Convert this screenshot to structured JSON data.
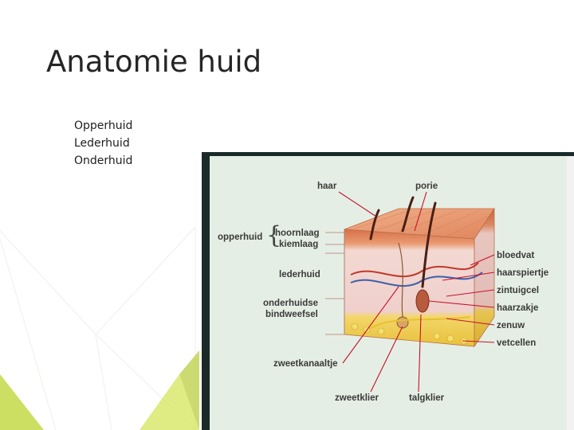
{
  "slide": {
    "title": "Anatomie huid",
    "bullets": [
      "Opperhuid",
      "Lederhuid",
      "Onderhuid"
    ]
  },
  "diagram": {
    "labels": {
      "haar": "haar",
      "porie": "porie",
      "opperhuid": "opperhuid",
      "hoornlaag": "hoornlaag",
      "kiemlaag": "kiemlaag",
      "lederhuid": "lederhuid",
      "onderhuidse": "onderhuidse",
      "bindweefsel": "bindweefsel",
      "bloedvat": "bloedvat",
      "haarspiertje": "haarspiertje",
      "zintuigcel": "zintuigcel",
      "haarzakje": "haarzakje",
      "zenuw": "zenuw",
      "vetcellen": "vetcellen",
      "zweetkanaaltje": "zweetkanaaltje",
      "zweetklier": "zweetklier",
      "talgklier": "talgklier"
    },
    "colors": {
      "accent_green": "#9bbd2e",
      "pointer_red": "#c8102e",
      "skin_surface": "#e8a07a",
      "epidermis": "#d97a55",
      "dermis": "#f2d6cf",
      "fat_layer": "#f2d24a"
    }
  }
}
